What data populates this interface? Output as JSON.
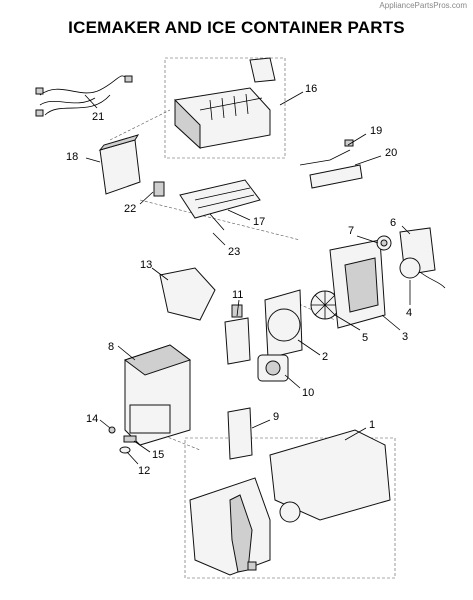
{
  "header": {
    "watermark": "AppliancePartsPros.com",
    "title": "ICEMAKER AND ICE CONTAINER PARTS"
  },
  "callouts": [
    {
      "id": "c16",
      "text": "16"
    },
    {
      "id": "c21",
      "text": "21"
    },
    {
      "id": "c19",
      "text": "19"
    },
    {
      "id": "c20",
      "text": "20"
    },
    {
      "id": "c18",
      "text": "18"
    },
    {
      "id": "c22",
      "text": "22"
    },
    {
      "id": "c17",
      "text": "17"
    },
    {
      "id": "c23",
      "text": "23"
    },
    {
      "id": "c7",
      "text": "7"
    },
    {
      "id": "c6",
      "text": "6"
    },
    {
      "id": "c13",
      "text": "13"
    },
    {
      "id": "c11",
      "text": "11"
    },
    {
      "id": "c4",
      "text": "4"
    },
    {
      "id": "c5",
      "text": "5"
    },
    {
      "id": "c2",
      "text": "2"
    },
    {
      "id": "c3",
      "text": "3"
    },
    {
      "id": "c8",
      "text": "8"
    },
    {
      "id": "c10",
      "text": "10"
    },
    {
      "id": "c9",
      "text": "9"
    },
    {
      "id": "c14",
      "text": "14"
    },
    {
      "id": "c15",
      "text": "15"
    },
    {
      "id": "c12",
      "text": "12"
    },
    {
      "id": "c1",
      "text": "1"
    }
  ]
}
